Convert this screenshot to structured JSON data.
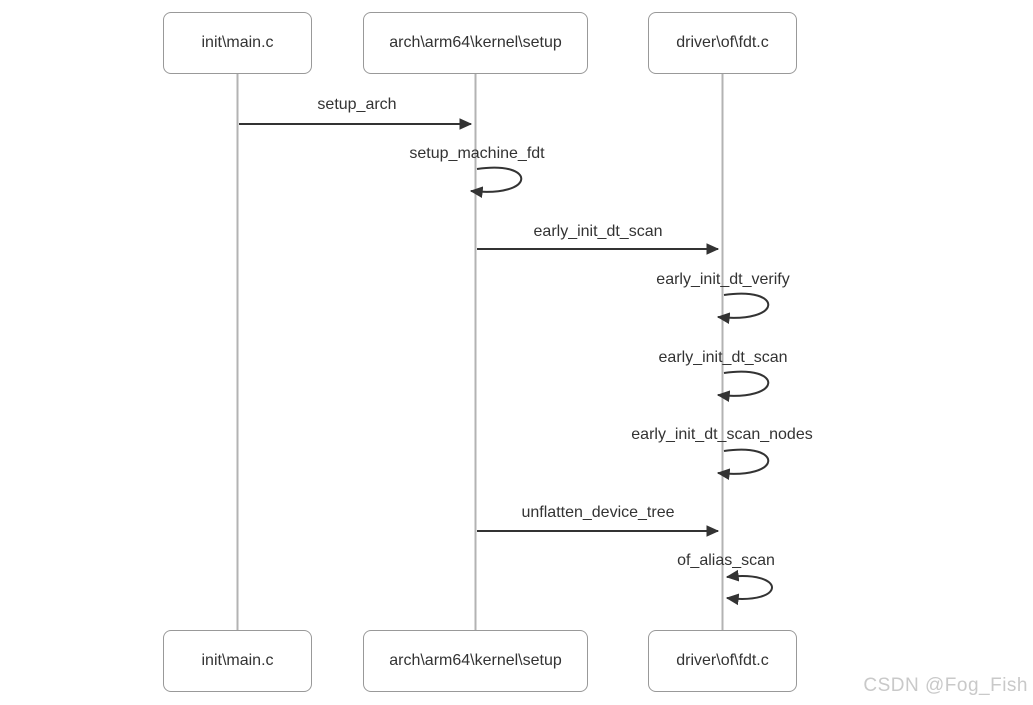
{
  "diagram": {
    "type": "sequence-diagram",
    "actors": [
      {
        "label": "init\\main.c"
      },
      {
        "label": "arch\\arm64\\kernel\\setup"
      },
      {
        "label": "driver\\of\\fdt.c"
      }
    ],
    "messages": [
      {
        "label": "setup_arch",
        "from": "init\\main.c",
        "to": "arch\\arm64\\kernel\\setup",
        "kind": "call"
      },
      {
        "label": "setup_machine_fdt",
        "from": "arch\\arm64\\kernel\\setup",
        "to": "arch\\arm64\\kernel\\setup",
        "kind": "self"
      },
      {
        "label": "early_init_dt_scan",
        "from": "arch\\arm64\\kernel\\setup",
        "to": "driver\\of\\fdt.c",
        "kind": "call"
      },
      {
        "label": "early_init_dt_verify",
        "from": "driver\\of\\fdt.c",
        "to": "driver\\of\\fdt.c",
        "kind": "self"
      },
      {
        "label": "early_init_dt_scan",
        "from": "driver\\of\\fdt.c",
        "to": "driver\\of\\fdt.c",
        "kind": "self"
      },
      {
        "label": "early_init_dt_scan_nodes",
        "from": "driver\\of\\fdt.c",
        "to": "driver\\of\\fdt.c",
        "kind": "self"
      },
      {
        "label": "unflatten_device_tree",
        "from": "arch\\arm64\\kernel\\setup",
        "to": "driver\\of\\fdt.c",
        "kind": "call"
      },
      {
        "label": "of_alias_scan",
        "from": "driver\\of\\fdt.c",
        "to": "driver\\of\\fdt.c",
        "kind": "self-double-arrow"
      }
    ],
    "colors": {
      "actor_border": "#999999",
      "actor_fill": "#ffffff",
      "lifeline": "#b3b3b3",
      "message_line": "#333333",
      "text": "#333333",
      "watermark": "#c9c9c9",
      "background": "#ffffff"
    }
  },
  "watermark": {
    "text": "CSDN @Fog_Fish"
  }
}
